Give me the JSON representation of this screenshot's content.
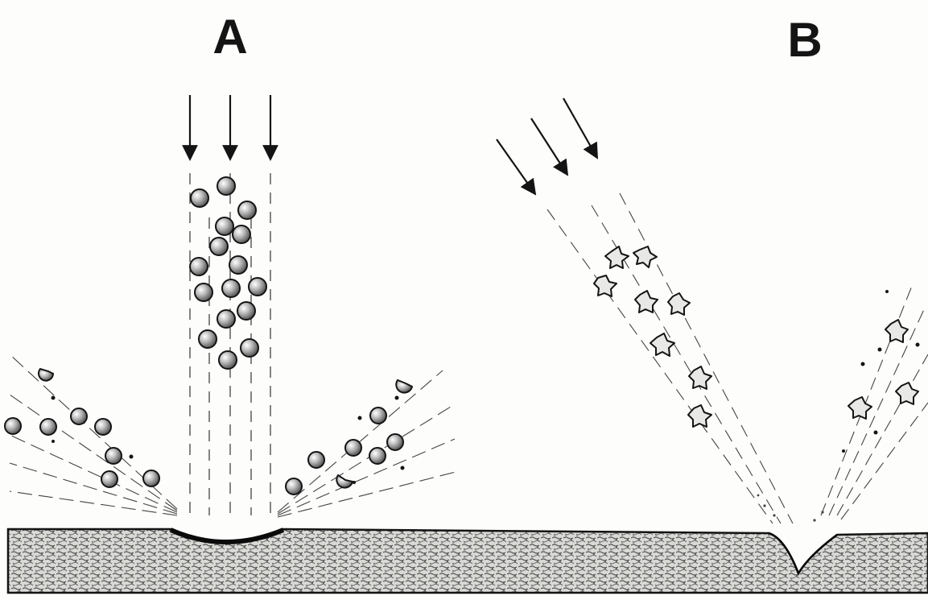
{
  "panels": [
    {
      "label": "A",
      "projectile": "sphere",
      "incidence": "normal"
    },
    {
      "label": "B",
      "projectile": "angular-grain",
      "incidence": "oblique"
    }
  ],
  "colors": {
    "background": "#fdfdfb",
    "ink": "#141414",
    "substrate_shade": "#8a8a8a"
  },
  "icons": [
    "arrow-icon",
    "spherical-particle-icon",
    "angular-particle-icon",
    "particle-fragment-icon"
  ]
}
